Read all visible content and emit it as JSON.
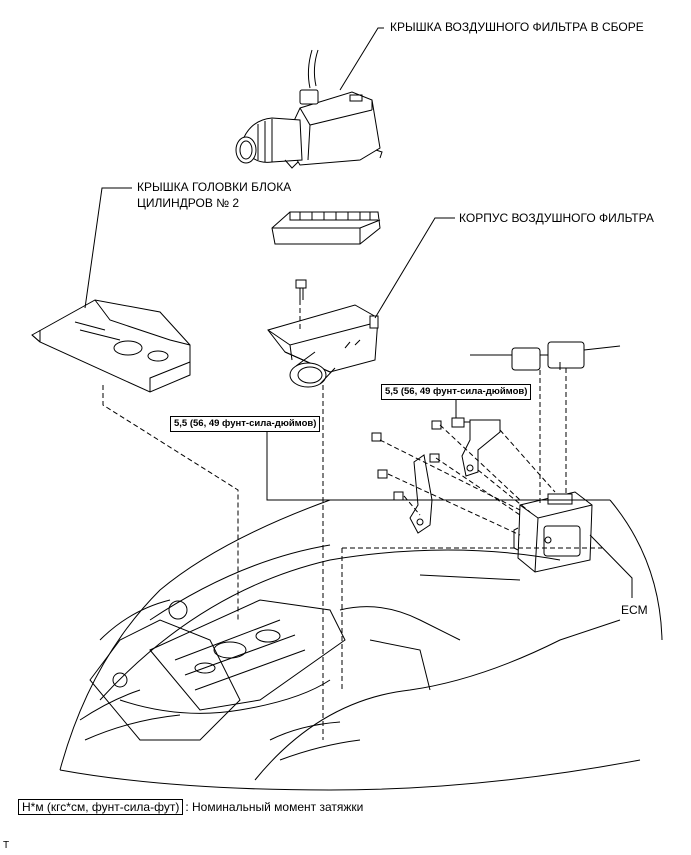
{
  "labels": {
    "air_cleaner_cap": "КРЫШКА ВОЗДУШНОГО ФИЛЬТРА В СБОРЕ",
    "head_cover_line1": "КРЫШКА ГОЛОВКИ БЛОКА",
    "head_cover_line2": "ЦИЛИНДРОВ № 2",
    "air_cleaner_case": "КОРПУС ВОЗДУШНОГО ФИЛЬТРА",
    "ecm": "ECM"
  },
  "torque": {
    "right": "5,5 (56, 49 фунт-сила-дюймов)",
    "left": "5,5 (56, 49 фунт-сила-дюймов)"
  },
  "legend": {
    "unit": "Н*м (кгс*см, фунт-сила-фут)",
    "text": ": Номинальный момент затяжки"
  },
  "footer": "T"
}
